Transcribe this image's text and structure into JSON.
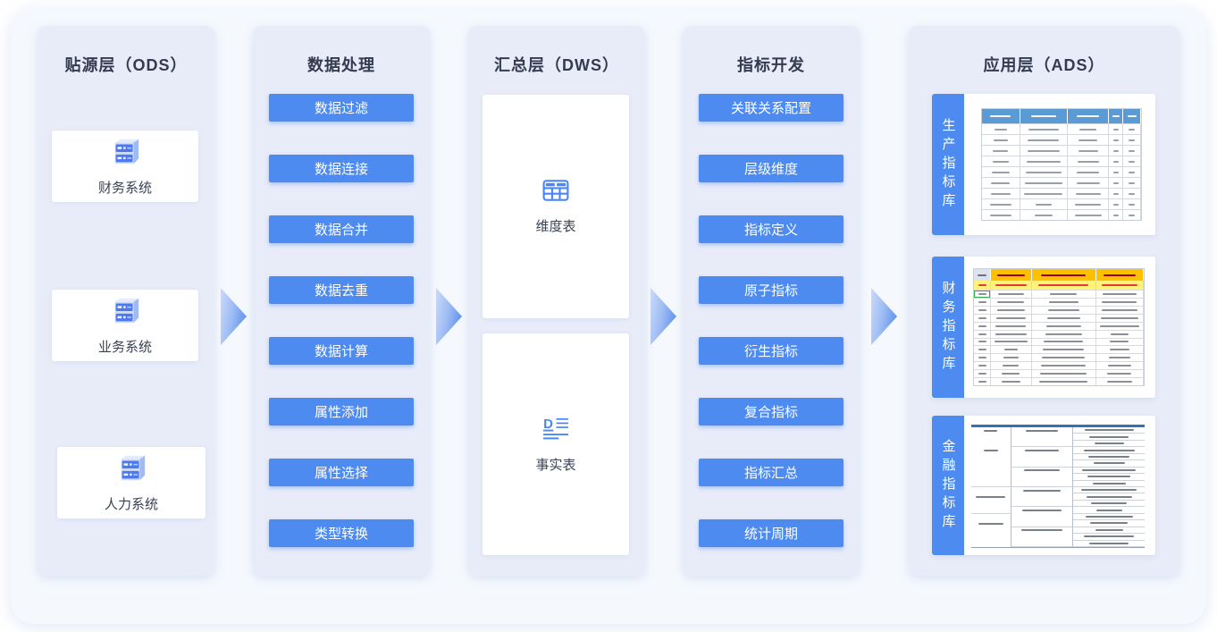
{
  "diagram": {
    "type": "data-pipeline-flow",
    "layers": [
      {
        "title": "贴源层（ODS）",
        "cards": [
          {
            "label": "财务系统",
            "icon": "server-icon"
          },
          {
            "label": "业务系统",
            "icon": "server-icon"
          },
          {
            "label": "人力系统",
            "icon": "server-icon"
          }
        ]
      },
      {
        "title": "数据处理",
        "buttons": [
          "数据过滤",
          "数据连接",
          "数据合并",
          "数据去重",
          "数据计算",
          "属性添加",
          "属性选择",
          "类型转换"
        ]
      },
      {
        "title": "汇总层（DWS）",
        "cards": [
          {
            "label": "维度表",
            "icon": "table-grid-icon"
          },
          {
            "label": "事实表",
            "icon": "fact-table-d-icon"
          }
        ]
      },
      {
        "title": "指标开发",
        "buttons": [
          "关联关系配置",
          "层级维度",
          "指标定义",
          "原子指标",
          "衍生指标",
          "复合指标",
          "指标汇总",
          "统计周期"
        ]
      },
      {
        "title": "应用层（ADS）",
        "cards": [
          {
            "label": "生产指标库",
            "preview": "blue-header-table-screenshot"
          },
          {
            "label": "财务指标库",
            "preview": "orange-header-table-screenshot"
          },
          {
            "label": "金融指标库",
            "preview": "plain-lined-table-screenshot"
          }
        ]
      }
    ],
    "colors": {
      "accent_blue": "#4d8bf0",
      "panel_bg": "#e8ecf8",
      "board_bg": "#f5f8fd",
      "title_text": "#333b4f",
      "preview_blue_header": "#5b9bd5",
      "preview_orange_header": "#ffc000",
      "preview_yellow_row": "#fff27a",
      "preview_top_rule": "#2e75b6"
    }
  }
}
